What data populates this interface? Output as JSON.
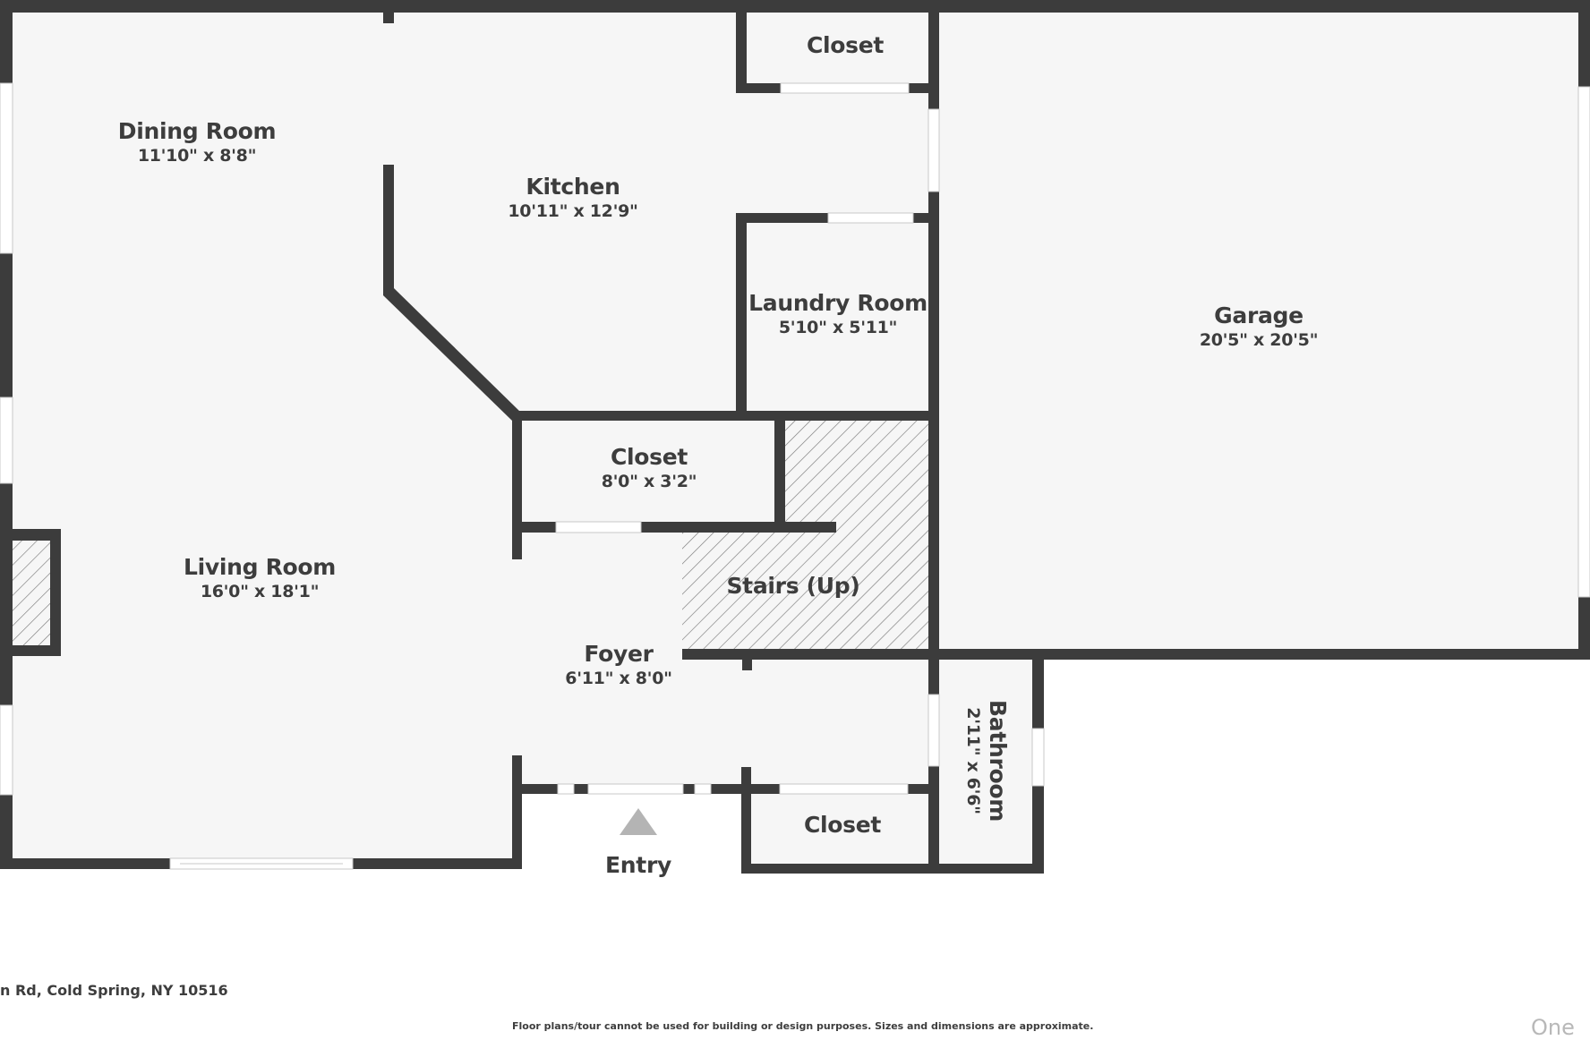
{
  "plan": {
    "colors": {
      "floor": "#f6f6f6",
      "wall": "#3c3c3c",
      "opening": "#ffffff",
      "hatch": "#7a7a7a",
      "entry_marker": "#b4b4b4",
      "text": "#3d3d3d"
    },
    "rooms": [
      {
        "name": "Dining Room",
        "dims": "11'10\" x 8'8\""
      },
      {
        "name": "Kitchen",
        "dims": "10'11\" x 12'9\""
      },
      {
        "name": "Closet",
        "dims": ""
      },
      {
        "name": "Laundry Room",
        "dims": "5'10\" x 5'11\""
      },
      {
        "name": "Garage",
        "dims": "20'5\" x 20'5\""
      },
      {
        "name": "Closet",
        "dims": "8'0\" x 3'2\""
      },
      {
        "name": "Stairs (Up)",
        "dims": ""
      },
      {
        "name": "Living Room",
        "dims": "16'0\" x 18'1\""
      },
      {
        "name": "Foyer",
        "dims": "6'11\" x 8'0\""
      },
      {
        "name": "Bathroom",
        "dims": "2'11\" x 6'6\""
      },
      {
        "name": "Closet",
        "dims": ""
      },
      {
        "name": "Entry",
        "dims": ""
      }
    ]
  },
  "footer": {
    "address": "n Rd, Cold Spring, NY 10516",
    "disclaimer": "Floor plans/tour cannot be used for building or design purposes. Sizes and dimensions are approximate.",
    "brand": "One"
  }
}
